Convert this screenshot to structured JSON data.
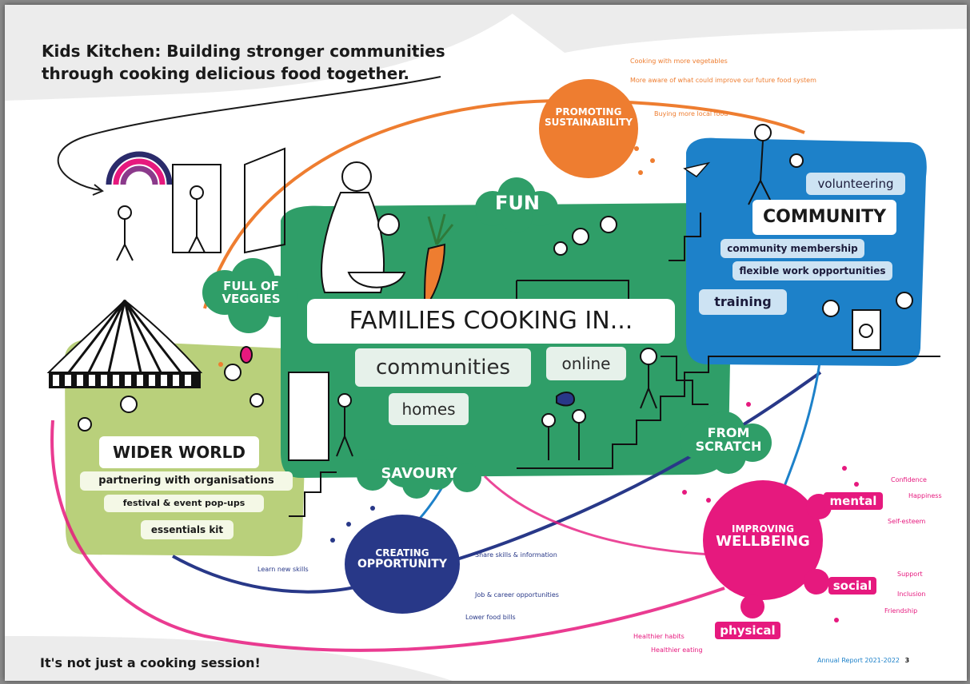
{
  "header": {
    "line1": "Kids Kitchen: Building stronger communities",
    "line2": "through cooking delicious food together."
  },
  "footer": {
    "tagline": "It's not just a cooking session!",
    "report": "Annual Report 2021-2022",
    "page_number": "3"
  },
  "center": {
    "title": "FAMILIES COOKING IN...",
    "items": [
      "communities",
      "online",
      "homes"
    ]
  },
  "clouds": {
    "fun": "FUN",
    "veggies": [
      "FULL OF",
      "VEGGIES"
    ],
    "savoury": "SAVOURY",
    "scratch": [
      "FROM",
      "SCRATCH"
    ]
  },
  "sustainability": {
    "title": [
      "PROMOTING",
      "SUSTAINABILITY"
    ],
    "items": [
      "Cooking with more vegetables",
      "More aware of what could improve our future food system",
      "Buying more local food"
    ]
  },
  "community": {
    "title": "COMMUNITY",
    "items": [
      "volunteering",
      "community membership",
      "flexible work opportunities",
      "training"
    ]
  },
  "wider_world": {
    "title": "WIDER WORLD",
    "items": [
      "partnering with organisations",
      "festival & event pop-ups",
      "essentials kit"
    ]
  },
  "opportunity": {
    "title": [
      "CREATING",
      "OPPORTUNITY"
    ],
    "items": [
      "Learn new skills",
      "Share skills & information",
      "Job & career opportunities",
      "Lower food bills"
    ]
  },
  "wellbeing": {
    "title": [
      "IMPROVING",
      "WELLBEING"
    ],
    "mental": {
      "label": "mental",
      "items": [
        "Confidence",
        "Happiness",
        "Self-esteem"
      ]
    },
    "social": {
      "label": "social",
      "items": [
        "Support",
        "Inclusion",
        "Friendship"
      ]
    },
    "physical": {
      "label": "physical",
      "items": [
        "Healthier habits",
        "Healthier eating"
      ]
    }
  },
  "colors": {
    "green": "#2f9e68",
    "orange": "#ee7d30",
    "blue": "#1d81c9",
    "lime": "#b9d07b",
    "navy": "#283888",
    "pink": "#e6197e"
  }
}
